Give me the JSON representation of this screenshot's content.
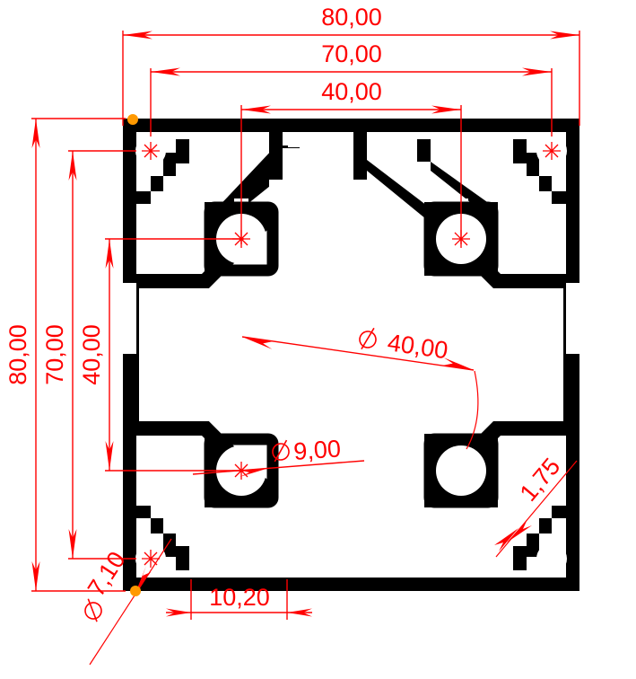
{
  "drawing": {
    "title_hidden": "",
    "type": "engineering-cross-section",
    "subject": "80x80 aluminium T-slot extrusion profile cross-section",
    "units_note": "mm (comma decimal separator)",
    "colors": {
      "profile": "#000000",
      "dimension": "#ff0000",
      "vertex_marker": "#ff9900",
      "background": "#ffffff"
    }
  },
  "dimensions": {
    "top": [
      {
        "label": "80,00",
        "value": 80.0,
        "kind": "linear-horizontal",
        "note": "overall outer width"
      },
      {
        "label": "70,00",
        "value": 70.0,
        "kind": "linear-horizontal",
        "note": "corner boss centre to centre"
      },
      {
        "label": "40,00",
        "value": 40.0,
        "kind": "linear-horizontal",
        "note": "inner boss centre to centre"
      }
    ],
    "left": [
      {
        "label": "80,00",
        "value": 80.0,
        "kind": "linear-vertical",
        "note": "overall outer height"
      },
      {
        "label": "70,00",
        "value": 70.0,
        "kind": "linear-vertical",
        "note": "corner boss centre to centre"
      },
      {
        "label": "40,00",
        "value": 40.0,
        "kind": "linear-vertical",
        "note": "inner boss centre to centre"
      }
    ],
    "bottom": [
      {
        "label": "10,20",
        "value": 10.2,
        "kind": "linear-horizontal",
        "note": "T-slot opening width"
      }
    ],
    "callouts": [
      {
        "label": "Ø 40,00",
        "value": 40.0,
        "kind": "diameter",
        "note": "central bore / pitch circle"
      },
      {
        "label": "Ø 9,00",
        "value": 9.0,
        "kind": "diameter",
        "note": "inner boss bore"
      },
      {
        "label": "Ø 7,10",
        "value": 7.1,
        "kind": "diameter",
        "note": "corner boss bore"
      },
      {
        "label": "1,75",
        "value": 1.75,
        "kind": "linear-diagonal",
        "note": "wall thickness"
      }
    ]
  },
  "labels": {
    "d80_top": "80,00",
    "d70_top": "70,00",
    "d40_top": "40,00",
    "d80_left": "80,00",
    "d70_left": "70,00",
    "d40_left": "40,00",
    "d1020_bottom": "10,20",
    "dia40": "40,00",
    "dia9": "9,00",
    "dia710": "7,10",
    "t175": "1,75",
    "dia_symbol": "Ø"
  }
}
